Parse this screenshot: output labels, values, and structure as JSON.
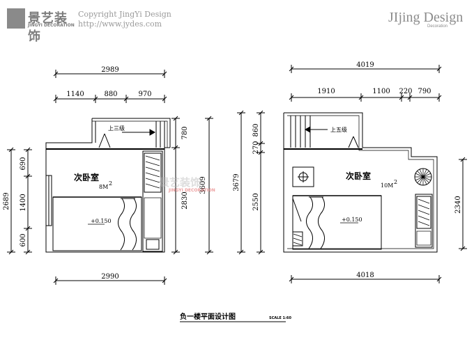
{
  "watermark": {
    "brand_cn": "景艺装饰",
    "brand_en": "JINGYI DECORATION",
    "copyright": "Copyright JingYi Design",
    "url": "http://www.jydes.com",
    "brand_right": "JIjing Design",
    "brand_right_sub": "Decoration",
    "center_cn": "景艺装饰",
    "center_en": "JINGYI DECORATION"
  },
  "left_plan": {
    "dim_top_total": "2989",
    "dim_top_segments": [
      "1140",
      "880",
      "970"
    ],
    "dim_bottom": "2990",
    "dim_left_total": "2689",
    "dim_left_segments": [
      "690",
      "1400",
      "600"
    ],
    "dim_right_outer": "3609",
    "dim_right_inner_total": "2830",
    "dim_right_top": "780",
    "room_name": "次卧室",
    "room_area": "8M",
    "room_area_sup": "2",
    "stair_label": "上三级",
    "level": "+0.150"
  },
  "right_plan": {
    "dim_top_total": "4019",
    "dim_top_segments": [
      "1910",
      "1100",
      "220",
      "790"
    ],
    "dim_bottom": "4018",
    "dim_left_outer": "3679",
    "dim_left_segments": [
      "860",
      "270",
      "2550"
    ],
    "dim_right": "2340",
    "room_name": "次卧室",
    "room_area": "10M",
    "room_area_sup": "2",
    "stair_label": "上五级",
    "level": "+0.150"
  },
  "caption": {
    "title": "负一楼平面设计图",
    "scale": "SCALE 1:60"
  }
}
